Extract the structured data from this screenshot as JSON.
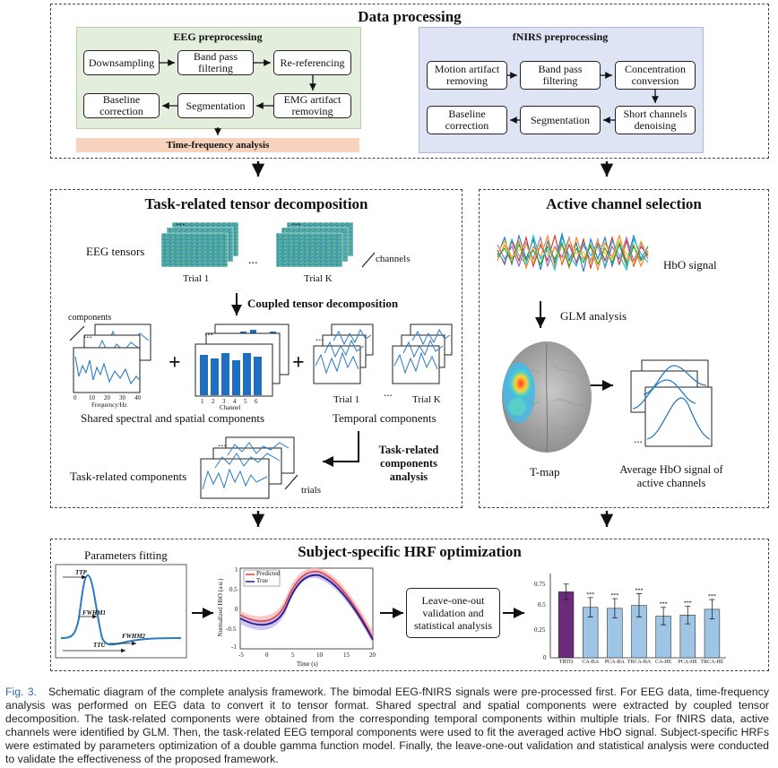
{
  "data_processing": {
    "title": "Data processing",
    "eeg": {
      "title": "EEG preprocessing",
      "downsampling": "Downsampling",
      "band_pass": "Band pass filtering",
      "re_ref": "Re-referencing",
      "emg": "EMG artifact removing",
      "segmentation": "Segmentation",
      "baseline": "Baseline correction",
      "tf_analysis": "Time-frequency analysis"
    },
    "fnirs": {
      "title": "fNIRS preprocessing",
      "motion": "Motion artifact removing",
      "band_pass": "Band pass filtering",
      "concentration": "Concentration conversion",
      "short_channels": "Short channels denoising",
      "segmentation": "Segmentation",
      "baseline": "Baseline correction"
    }
  },
  "tensor": {
    "title": "Task-related tensor decomposition",
    "eeg_tensors": "EEG tensors",
    "dots": "...",
    "trial1": "Trial 1",
    "trialk": "Trial K",
    "channels": "channels",
    "coupled": "Coupled tensor decomposition",
    "components": "components",
    "frequency_label": "Frequency/Hz",
    "freq_ticks": [
      "0",
      "10",
      "20",
      "30",
      "40"
    ],
    "channel_label": "Channel",
    "channel_ticks": [
      "1",
      "2",
      "3",
      "4",
      "5",
      "6"
    ],
    "plus": "+",
    "temporal_trial1": "Trial 1",
    "temporal_trialk": "Trial K",
    "shared": "Shared spectral and spatial components",
    "temporal": "Temporal components",
    "task_related": "Task-related components",
    "trials": "trials",
    "tr_analysis": "Task-related components analysis"
  },
  "active": {
    "title": "Active channel selection",
    "hbo": "HbO signal",
    "glm": "GLM analysis",
    "tmap": "T-map",
    "avg": "Average HbO signal of active channels"
  },
  "hrf": {
    "title": "Subject-specific HRF optimization",
    "params": "Parameters fitting",
    "ttp": "TTP",
    "fwhm1": "FWHM1",
    "fwhm2": "FWHM2",
    "ttu": "TTU",
    "loo": "Leave-one-out validation and statistical analysis",
    "plot": {
      "legend_pred": "Predicted",
      "legend_true": "True",
      "ylabel": "Normalized HbO (a.u.)",
      "xlabel": "Time (s)",
      "yticks": [
        "1",
        "0.5",
        "0",
        "-0.5",
        "-1"
      ],
      "xticks": [
        "-5",
        "0",
        "5",
        "10",
        "15",
        "20"
      ]
    },
    "bar": {
      "yticks": [
        "0.75",
        "0.5",
        "0.25",
        "0"
      ],
      "stars": "***"
    }
  },
  "chart_data": {
    "type": "bar",
    "categories": [
      "TRTD",
      "CA-BA",
      "PCA-BA",
      "TRCA-BA",
      "CA-HE",
      "PCA-HE",
      "TRCA-HE"
    ],
    "values": [
      0.68,
      0.52,
      0.51,
      0.54,
      0.43,
      0.44,
      0.5
    ],
    "errors": [
      0.08,
      0.1,
      0.1,
      0.12,
      0.09,
      0.09,
      0.1
    ],
    "colors": [
      "#6b2a7a",
      "#9ec5e6",
      "#9ec5e6",
      "#9ec5e6",
      "#9ec5e6",
      "#9ec5e6",
      "#9ec5e6"
    ],
    "ylim": [
      0,
      0.85
    ]
  },
  "caption": {
    "fig": "Fig. 3.",
    "text": "Schematic diagram of the complete analysis framework. The bimodal EEG-fNIRS signals were pre-processed first. For EEG data, time-frequency analysis was performed on EEG data to convert it to tensor format. Shared spectral and spatial components were extracted by coupled tensor decomposition. The task-related components were obtained from the corresponding temporal components within multiple trials. For fNIRS data, active channels were identified by GLM. Then, the task-related EEG temporal components were used to fit the averaged active HbO signal. Subject-specific HRFs were estimated by parameters optimization of a double gamma function model. Finally, the leave-one-out validation and statistical analysis were conducted to validate the effectiveness of the proposed framework."
  }
}
